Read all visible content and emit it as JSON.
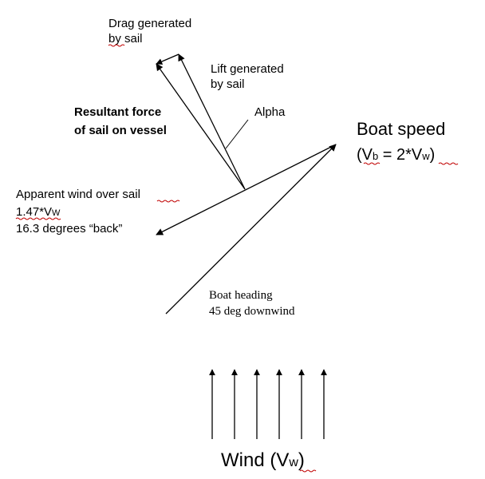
{
  "labels": {
    "drag": {
      "line1": "Drag generated",
      "line2": "by sail"
    },
    "lift": {
      "line1": "Lift generated",
      "line2": "by sail"
    },
    "resultant": {
      "line1": "Resultant force",
      "line2": "of sail on vessel"
    },
    "alpha": "Alpha",
    "boat_speed": {
      "title": "Boat speed",
      "formula_open": "(V",
      "formula_sub": "b",
      "formula_mid": " = 2*V",
      "formula_sub2": "w",
      "formula_close": ")"
    },
    "apparent_wind": {
      "line1": "Apparent wind over sail",
      "line2_main": "1.47*V",
      "line2_sub": "W",
      "line3": "16.3 degrees “back”"
    },
    "boat_heading": {
      "line1": "Boat heading",
      "line2": "45 deg downwind"
    },
    "wind": {
      "main": "Wind (V",
      "sub": "w",
      "close": ")"
    }
  },
  "colors": {
    "ink": "#000000",
    "spellcheck": "#c00000"
  }
}
